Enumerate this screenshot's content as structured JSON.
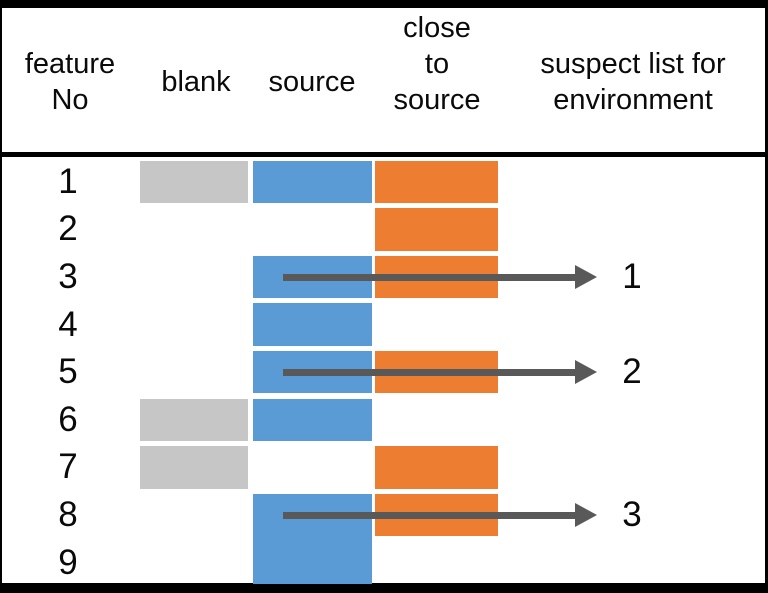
{
  "header": {
    "feature_no": {
      "l1": "feature",
      "l2": "No"
    },
    "blank": "blank",
    "source": "source",
    "close_to_source": {
      "l1": "close",
      "l2": "to",
      "l3": "source"
    },
    "suspect_list": {
      "l1": "suspect list for",
      "l2": "environment"
    }
  },
  "rows": [
    {
      "no": "1",
      "blank": true,
      "source": true,
      "close": true,
      "suspect": ""
    },
    {
      "no": "2",
      "blank": false,
      "source": false,
      "close": true,
      "suspect": ""
    },
    {
      "no": "3",
      "blank": false,
      "source": true,
      "close": true,
      "suspect": "1"
    },
    {
      "no": "4",
      "blank": false,
      "source": true,
      "close": false,
      "suspect": ""
    },
    {
      "no": "5",
      "blank": false,
      "source": true,
      "close": true,
      "suspect": "2"
    },
    {
      "no": "6",
      "blank": true,
      "source": true,
      "close": false,
      "suspect": ""
    },
    {
      "no": "7",
      "blank": true,
      "source": false,
      "close": true,
      "suspect": ""
    },
    {
      "no": "8",
      "blank": false,
      "source": true,
      "source_rowspan": 2,
      "close": true,
      "suspect": "3"
    },
    {
      "no": "9",
      "blank": false,
      "source": false,
      "close": false,
      "suspect": ""
    }
  ],
  "colors": {
    "blank_block": "#c6c6c6",
    "source_block": "#5b9bd5",
    "close_block": "#ed7d31",
    "arrow": "#595959",
    "frame": "#000000"
  }
}
